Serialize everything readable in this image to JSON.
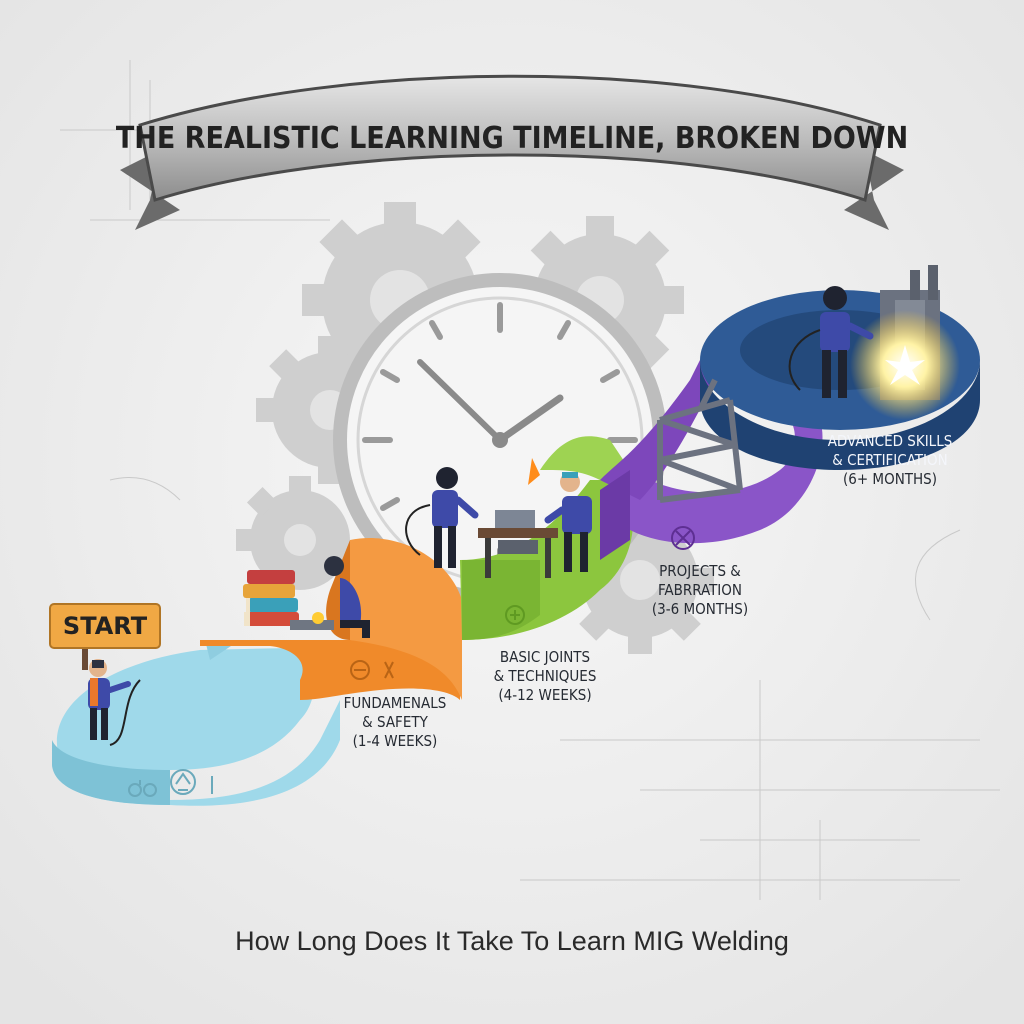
{
  "banner": {
    "title": "THE REALISTIC LEARNING TIMELINE, BROKEN DOWN"
  },
  "start_sign": {
    "label": "START"
  },
  "stages": [
    {
      "line1": "FUNDAMENALS",
      "line2": "& SAFETY",
      "line3": "(1-4 WEEKS)",
      "color": "#f08a2a",
      "icon": "welding-mask-icon"
    },
    {
      "line1": "BASIC JOINTS",
      "line2": "& TECHNIQUES",
      "line3": "(4-12 WEEKS)",
      "color": "#8cc63e",
      "icon": "joint-icon"
    },
    {
      "line1": "PROJECTS &",
      "line2": "FABRRATION",
      "line3": "(3-6 MONTHS)",
      "color": "#8a55c8",
      "icon": "wrench-icon"
    },
    {
      "line1": "ADVANCED SKILLS",
      "line2": "& CERTIFICATION",
      "line3": "(6+ MONTHS)",
      "color": "#2f5b96",
      "icon": "certificate-icon"
    }
  ],
  "start_color": "#9fd9ea",
  "caption": "How Long Does It Take To Learn MIG Welding"
}
